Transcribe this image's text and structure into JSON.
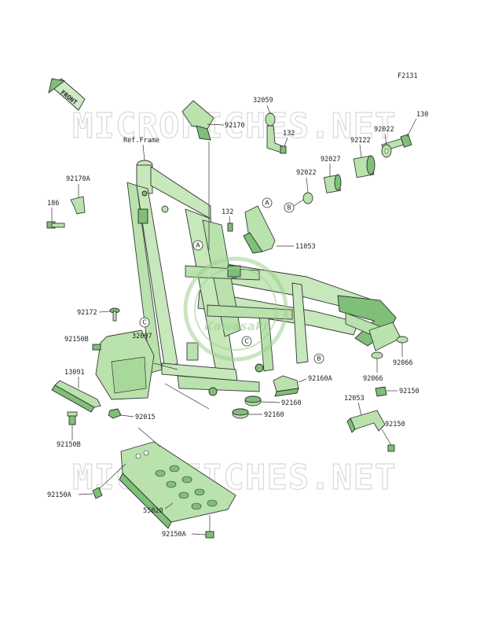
{
  "figure_id": "F2131",
  "front_arrow": "FRONT",
  "ref_frame_label": "Ref.Frame",
  "watermark": "MICROFICHES.NET",
  "logo_text": "Kawasaki",
  "callout_letters": [
    "A",
    "B",
    "C"
  ],
  "parts": [
    "32059",
    "92170",
    "132",
    "130",
    "92022",
    "92122",
    "92027",
    "11053",
    "186",
    "92170A",
    "92172",
    "32097",
    "92150B",
    "13091",
    "92015",
    "92160A",
    "92160",
    "92066",
    "92150",
    "12053",
    "55020",
    "92150A"
  ],
  "colors": {
    "part_fill": "#b9e2ad",
    "part_dark": "#7fbf77",
    "line": "#2f2f2f",
    "watermark": "#d9d9d9"
  }
}
